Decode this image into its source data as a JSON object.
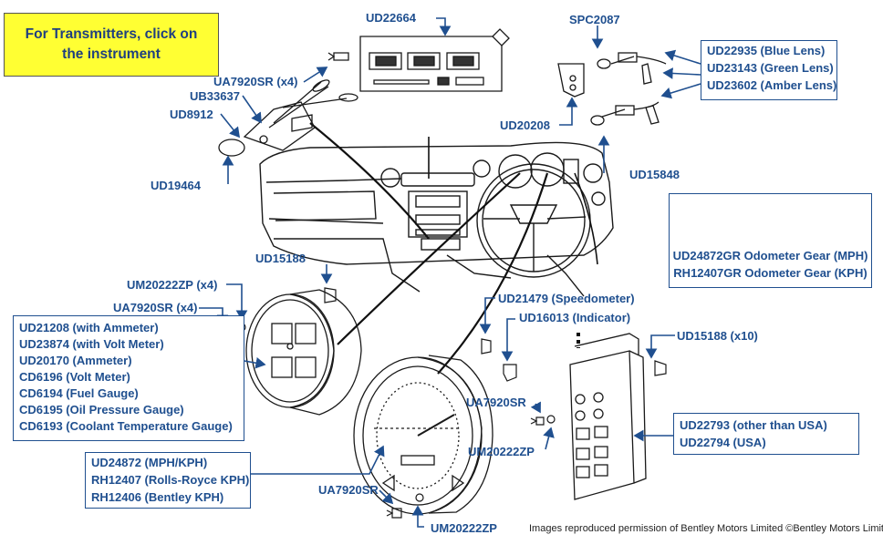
{
  "banner": {
    "line1": "For Transmitters, click on",
    "line2": "the instrument"
  },
  "credit": "Images reproduced permission of Bentley Motors Limited ©Bentley Motors Limited",
  "colors": {
    "label": "#1f4f8f",
    "banner_bg": "#ffff33",
    "drawing": "#1a1a1a"
  },
  "labels": {
    "ud22664": "UD22664",
    "spc2087": "SPC2087",
    "ua7920sr_x4_top": "UA7920SR (x4)",
    "ub33637": "UB33637",
    "ud8912": "UD8912",
    "ud19464": "UD19464",
    "ud20208": "UD20208",
    "ud15848": "UD15848",
    "ud15188": "UD15188",
    "um20222zp_x4": "UM20222ZP (x4)",
    "ua7920sr_x4_mid": "UA7920SR (x4)",
    "ud21479": "UD21479 (Speedometer)",
    "ud16013": "UD16013 (Indicator)",
    "ud15188_x10": "UD15188 (x10)",
    "ua7920sr_mid": "UA7920SR",
    "um20222zp_mid": "UM20222ZP",
    "ua7920sr_bottom": "UA7920SR",
    "um20222zp_bottom": "UM20222ZP"
  },
  "lens_box": [
    "UD22935 (Blue Lens)",
    "UD23143 (Green Lens)",
    "UD23602 (Amber Lens)"
  ],
  "gear_box": [
    "UD24872GR Odometer Gear (MPH)",
    "RH12407GR Odometer Gear (KPH)"
  ],
  "gauge_box": [
    "UD21208 (with Ammeter)",
    "UD23874 (with Volt Meter)",
    "UD20170 (Ammeter)",
    "CD6196 (Volt Meter)",
    "CD6194 (Fuel Gauge)",
    "CD6195 (Oil Pressure Gauge)",
    "CD6193 (Coolant Temperature Gauge)"
  ],
  "speedo_box": [
    "UD24872 (MPH/KPH)",
    "RH12407 (Rolls-Royce KPH)",
    "RH12406 (Bentley KPH)"
  ],
  "warning_box": [
    "UD22793 (other than USA)",
    "UD22794 (USA)"
  ]
}
